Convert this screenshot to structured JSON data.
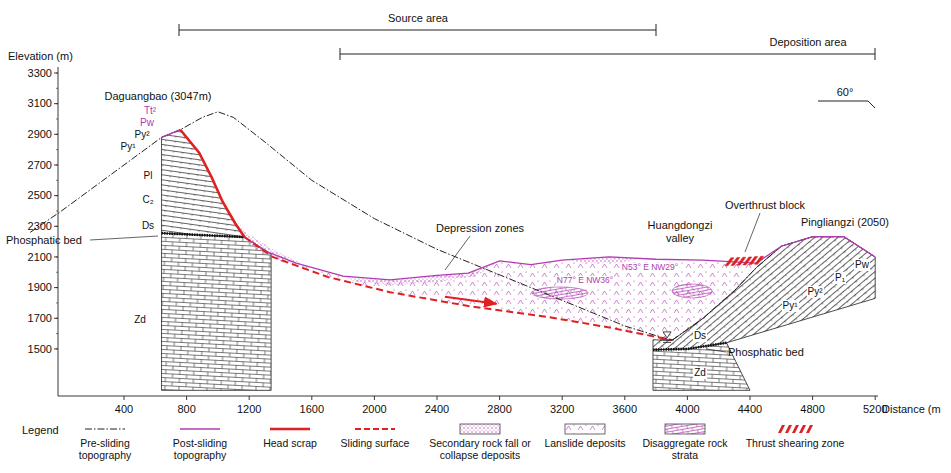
{
  "diagram": {
    "labels": [
      "Source area",
      "Deposition area",
      "Elevation (m)",
      "3300",
      "3100",
      "2900",
      "2700",
      "2500",
      "2300",
      "2100",
      "1900",
      "1700",
      "1500",
      "400",
      "800",
      "1200",
      "1600",
      "2000",
      "2400",
      "2800",
      "3200",
      "3600",
      "4000",
      "4400",
      "4800",
      "5200",
      "Distance (m",
      "Daguangbao (3047m)",
      "Tt²",
      "Pw",
      "Py²",
      "Py¹",
      "Pl",
      "C₂",
      "Ds",
      "Phosphatic bed",
      "Zd",
      "Depression zones",
      "Huangdongzi valley",
      "N53° E NW29°",
      "N77° E NW36°",
      "Overthrust block",
      "Pingliangzi (2050)",
      "Pw",
      "P₁",
      "Py²",
      "Py¹",
      "Ds",
      "Phosphatic bed",
      "Zd",
      "60°",
      "Legend"
    ],
    "legend": [
      {
        "text": "Pre-sliding topography"
      },
      {
        "text": "Post-sliding topography"
      },
      {
        "text": "Head scrap"
      },
      {
        "text": "Sliding surface"
      },
      {
        "text": "Secondary rock fall or collapse deposits"
      },
      {
        "text": "Lanslide deposits"
      },
      {
        "text": "Disaggregate rock strata"
      },
      {
        "text": "Thrust shearing zone"
      }
    ]
  }
}
